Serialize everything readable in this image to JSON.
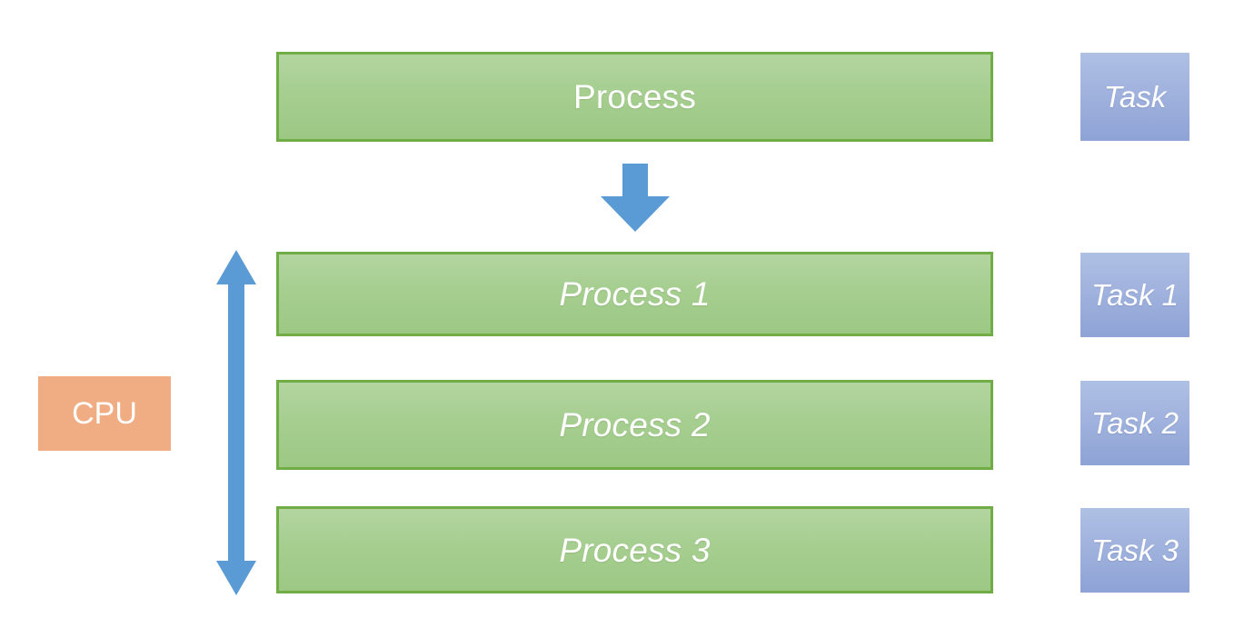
{
  "diagram": {
    "title": "Process to Task mapping diagram",
    "background_color": "#FFFFFF",
    "colors": {
      "process_fill_top": "#B3D5A0",
      "process_fill_bottom": "#9CC884",
      "process_border": "#70AD47",
      "task_fill_top": "#AFC0E4",
      "task_fill_bottom": "#8EA3D6",
      "cpu_fill": "#F0AC83",
      "arrow_blue": "#5B9BD5",
      "label_text": "#FFFFFF"
    },
    "top_row": {
      "process_label": "Process",
      "task_label": "Task"
    },
    "rows": [
      {
        "process_label": "Process 1",
        "task_label": "Task 1"
      },
      {
        "process_label": "Process 2",
        "task_label": "Task 2"
      },
      {
        "process_label": "Process 3",
        "task_label": "Task 3"
      }
    ],
    "cpu": {
      "label": "CPU"
    },
    "arrows": {
      "split_arrow": "down-arrow-icon",
      "cpu_span_arrow": "double-headed-vertical-arrow-icon"
    }
  }
}
